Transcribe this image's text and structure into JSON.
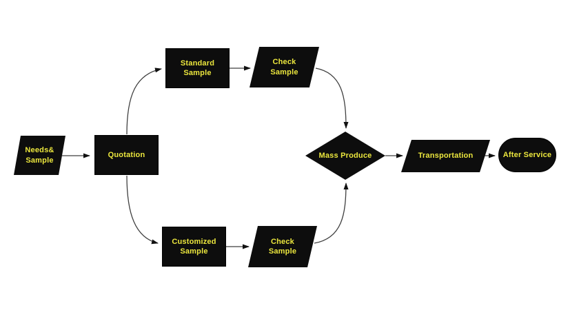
{
  "diagram": {
    "type": "flowchart",
    "colors": {
      "node_fill": "#0d0d0d",
      "node_text": "#ece73d",
      "edge_line": "#3f3f3f",
      "arrowhead": "#111111",
      "background": "#ffffff"
    },
    "nodes": {
      "needs_sample": {
        "label": "Needs&\nSample",
        "shape": "parallelogram"
      },
      "quotation": {
        "label": "Quotation",
        "shape": "rectangle"
      },
      "standard_sample": {
        "label": "Standard\nSample",
        "shape": "rectangle"
      },
      "check_sample_top": {
        "label": "Check\nSample",
        "shape": "parallelogram"
      },
      "customized_sample": {
        "label": "Customized\nSample",
        "shape": "rectangle"
      },
      "check_sample_bottom": {
        "label": "Check\nSample",
        "shape": "parallelogram"
      },
      "mass_produce": {
        "label": "Mass Produce",
        "shape": "diamond"
      },
      "transportation": {
        "label": "Transportation",
        "shape": "parallelogram"
      },
      "after_service": {
        "label": "After Service",
        "shape": "terminator"
      }
    },
    "edges": [
      {
        "from": "needs_sample",
        "to": "quotation"
      },
      {
        "from": "quotation",
        "to": "standard_sample"
      },
      {
        "from": "quotation",
        "to": "customized_sample"
      },
      {
        "from": "standard_sample",
        "to": "check_sample_top"
      },
      {
        "from": "customized_sample",
        "to": "check_sample_bottom"
      },
      {
        "from": "check_sample_top",
        "to": "mass_produce"
      },
      {
        "from": "check_sample_bottom",
        "to": "mass_produce"
      },
      {
        "from": "mass_produce",
        "to": "transportation"
      },
      {
        "from": "transportation",
        "to": "after_service"
      }
    ]
  }
}
